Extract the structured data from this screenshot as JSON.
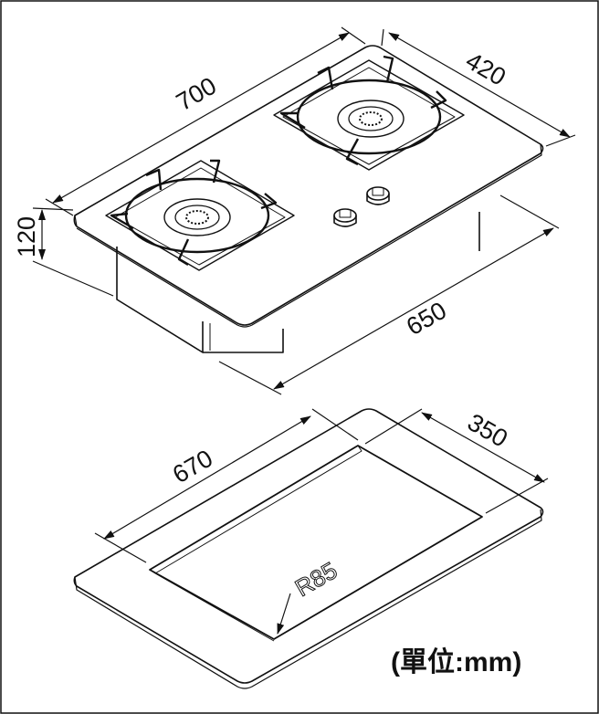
{
  "dimensions": {
    "cooktop_length": "700",
    "cooktop_width": "420",
    "cooktop_height": "120",
    "body_length": "650",
    "cutout_length": "670",
    "cutout_width": "350",
    "cutout_radius": "R85"
  },
  "unit_label": "(單位:mm)"
}
